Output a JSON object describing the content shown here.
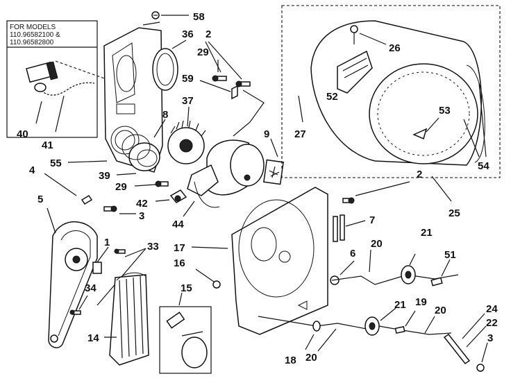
{
  "models_box": {
    "line1": "FOR MODELS",
    "line2": "110.96582100 &",
    "line3": "110.96582800"
  },
  "callouts": {
    "c58": "58",
    "c36": "36",
    "c2a": "2",
    "c29a": "29",
    "c59": "59",
    "c37": "37",
    "c8": "8",
    "c40": "40",
    "c41": "41",
    "c9": "9",
    "c4": "4",
    "c55": "55",
    "c39": "39",
    "c29b": "29",
    "c42": "42",
    "c3a": "3",
    "c5": "5",
    "c44": "44",
    "c1": "1",
    "c33": "33",
    "c34": "34",
    "c14": "14",
    "c15": "15",
    "c17": "17",
    "c16": "16",
    "c2b": "2",
    "c7": "7",
    "c6": "6",
    "c20a": "20",
    "c21a": "21",
    "c51": "51",
    "c21b": "21",
    "c19": "19",
    "c20b": "20",
    "c24": "24",
    "c22": "22",
    "c3b": "3",
    "c18": "18",
    "c20c": "20",
    "c26": "26",
    "c52": "52",
    "c27": "27",
    "c53": "53",
    "c54": "54",
    "c25": "25"
  }
}
